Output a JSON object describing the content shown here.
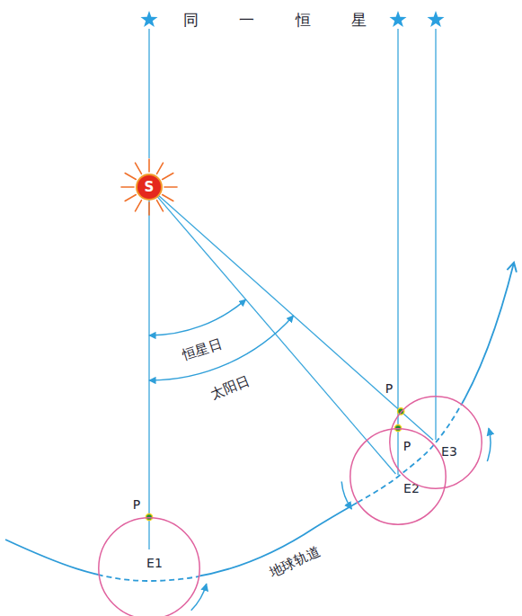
{
  "diagram": {
    "nodes": [
      {
        "text": [
          "S"
        ]
      },
      {
        "text": [
          "E1"
        ]
      },
      {
        "text": [
          "E2"
        ]
      },
      {
        "text": [
          "E3"
        ]
      }
    ],
    "edges": [
      {
        "from": 0,
        "to": 1,
        "arrow": "none"
      },
      {
        "from": 0,
        "to": 2,
        "arrow": "none"
      },
      {
        "from": 0,
        "to": 3,
        "arrow": "none"
      }
    ],
    "labels": [
      "同 一 恒 星",
      "恒星日",
      "太阳日",
      "P",
      "P",
      "P",
      "地球轨道"
    ]
  }
}
